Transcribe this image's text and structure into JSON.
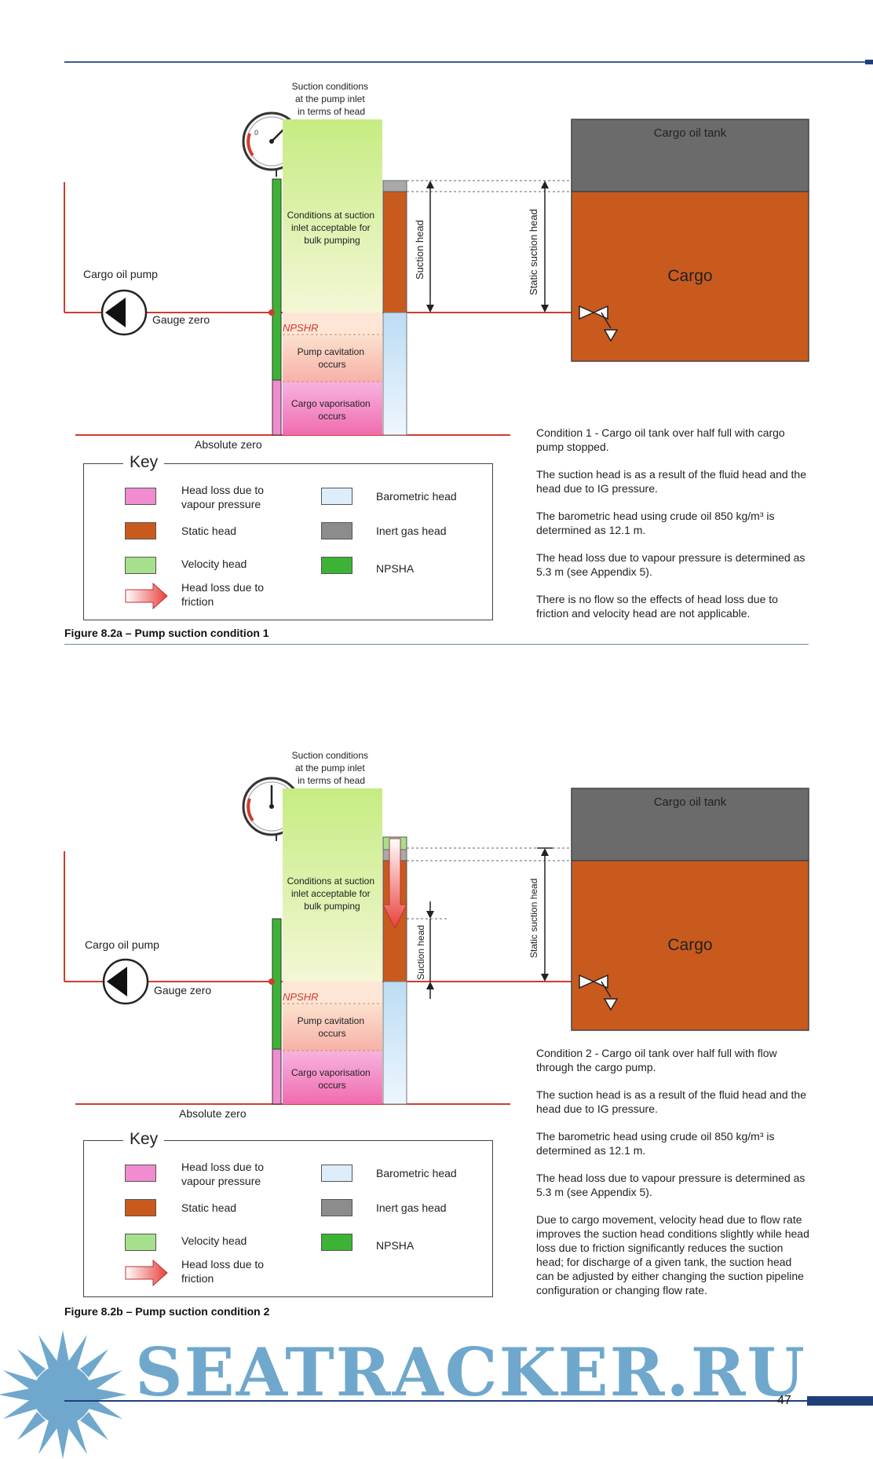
{
  "figures": [
    {
      "id": "a",
      "gauge_title": [
        "Suction conditions",
        "at the pump inlet",
        "in terms of head"
      ],
      "tank_label": "Cargo oil tank",
      "cargo_label": "Cargo",
      "pump_label": "Cargo oil pump",
      "gauge_zero": "Gauge zero",
      "absolute_zero": "Absolute zero",
      "npshr": "NPSHR",
      "zone_acceptable": [
        "Conditions at suction",
        "inlet acceptable for",
        "bulk pumping"
      ],
      "zone_cavitation": [
        "Pump cavitation",
        "occurs"
      ],
      "zone_vaporisation": [
        "Cargo vaporisation",
        "occurs"
      ],
      "suction_head_label": "Suction head",
      "static_suction_head_label": "Static suction head",
      "condition_paragraphs": [
        "Condition 1 - Cargo oil tank over half full with cargo pump stopped.",
        "The suction head is as a result of the fluid head and the head due to IG pressure.",
        "The barometric head using crude oil 850 kg/m³ is determined as 12.1 m.",
        "The head loss due to vapour pressure is determined as 5.3 m (see Appendix 5).",
        "There is no flow so the effects of head loss due to friction and velocity head are not applicable."
      ],
      "caption": "Figure 8.2a – Pump suction condition 1"
    },
    {
      "id": "b",
      "gauge_title": [
        "Suction conditions",
        "at the pump inlet",
        "in terms of head"
      ],
      "tank_label": "Cargo oil tank",
      "cargo_label": "Cargo",
      "pump_label": "Cargo oil pump",
      "gauge_zero": "Gauge zero",
      "absolute_zero": "Absolute zero",
      "npshr": "NPSHR",
      "zone_acceptable": [
        "Conditions at suction",
        "inlet acceptable for",
        "bulk pumping"
      ],
      "zone_cavitation": [
        "Pump cavitation",
        "occurs"
      ],
      "zone_vaporisation": [
        "Cargo vaporisation",
        "occurs"
      ],
      "suction_head_label": "Suction head",
      "static_suction_head_label": "Static suction head",
      "condition_paragraphs": [
        "Condition 2 - Cargo oil tank over half full with flow through the cargo pump.",
        "The suction head is as a result of the fluid head and the head due to IG pressure.",
        "The barometric head using crude oil 850 kg/m³ is determined as 12.1 m.",
        "The head loss due to vapour pressure is determined as 5.3 m (see Appendix 5).",
        "Due to cargo movement, velocity head due to flow rate improves the suction head conditions slightly while head loss due to friction significantly reduces the suction head; for discharge of a given tank, the suction head can be adjusted by either changing the suction pipeline configuration or changing flow rate."
      ],
      "caption": "Figure 8.2b – Pump suction condition 2"
    }
  ],
  "key": {
    "title": "Key",
    "items": [
      {
        "label": "Head loss due to vapour pressure",
        "color": "#f08ccf"
      },
      {
        "label": "Barometric head",
        "color": "#ddeefa"
      },
      {
        "label": "Static head",
        "color": "#c95a1e"
      },
      {
        "label": "Inert gas head",
        "color": "#8c8c8c"
      },
      {
        "label": "Velocity head",
        "color": "#a6e08c"
      },
      {
        "label": "NPSHA",
        "color": "#3db336"
      },
      {
        "label": "Head loss due to friction",
        "color": "#e8403c"
      }
    ]
  },
  "colors": {
    "pipe": "#d23b2e",
    "tank_gas": "#6b6b6b",
    "cargo": "#c95a1e",
    "npsha": "#3db336",
    "accent_blue": "#1f3f7a"
  },
  "page_number": "47",
  "watermark": "SEATRACKER.RU"
}
